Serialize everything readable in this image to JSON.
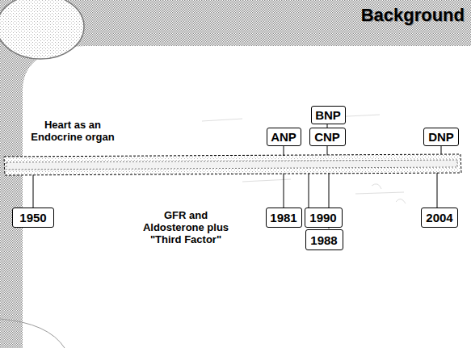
{
  "diagram": {
    "title": "Background",
    "nodes": [
      {
        "text": [
          "BNP"
        ]
      },
      {
        "text": [
          "ANP"
        ]
      },
      {
        "text": [
          "CNP"
        ]
      },
      {
        "text": [
          "DNP"
        ]
      },
      {
        "text": [
          "1950"
        ]
      },
      {
        "text": [
          "1981"
        ]
      },
      {
        "text": [
          "1990"
        ]
      },
      {
        "text": [
          "2004"
        ]
      },
      {
        "text": [
          "1988"
        ]
      }
    ],
    "labels": [
      "Heart as an Endocrine organ",
      "GFR and Aldosterone plus \"Third Factor\""
    ]
  }
}
